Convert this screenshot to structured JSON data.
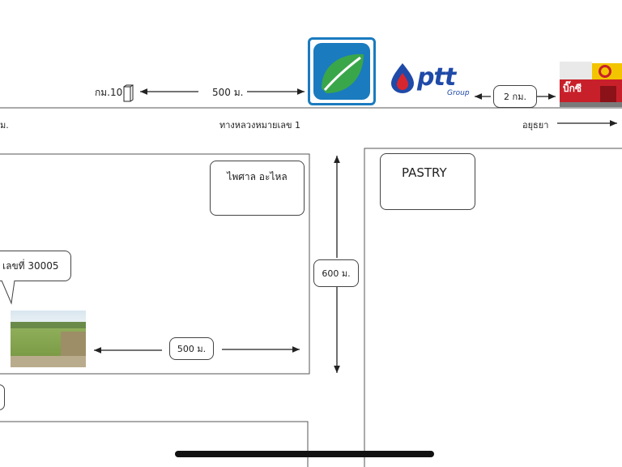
{
  "map": {
    "km_marker_label": "กม.10",
    "dist_500_top": "500 ม.",
    "dist_2km": "2 กม.",
    "left_edge_label": "ม.",
    "highway_label": "ทางหลวงหมายเลข 1",
    "direction_label": "อยุธยา",
    "shop_paisal": "ไพศาล อะไหล",
    "shop_pastry": "PASTRY",
    "land_callout": "เลขที่ 30005",
    "dist_500_bottom": "500 ม.",
    "dist_600": "600 ม.",
    "ptt_logo_text": "ptt",
    "ptt_group_text": "Group",
    "bigc_sign_text": "บิ๊กซี"
  },
  "colors": {
    "bangchak_blue": "#1a7bbf",
    "bangchak_green": "#3aa64a",
    "ptt_blue": "#1f4aa8",
    "ptt_red": "#d8262e",
    "bigc_red": "#c8202a",
    "bigc_yellow": "#f2c500"
  }
}
